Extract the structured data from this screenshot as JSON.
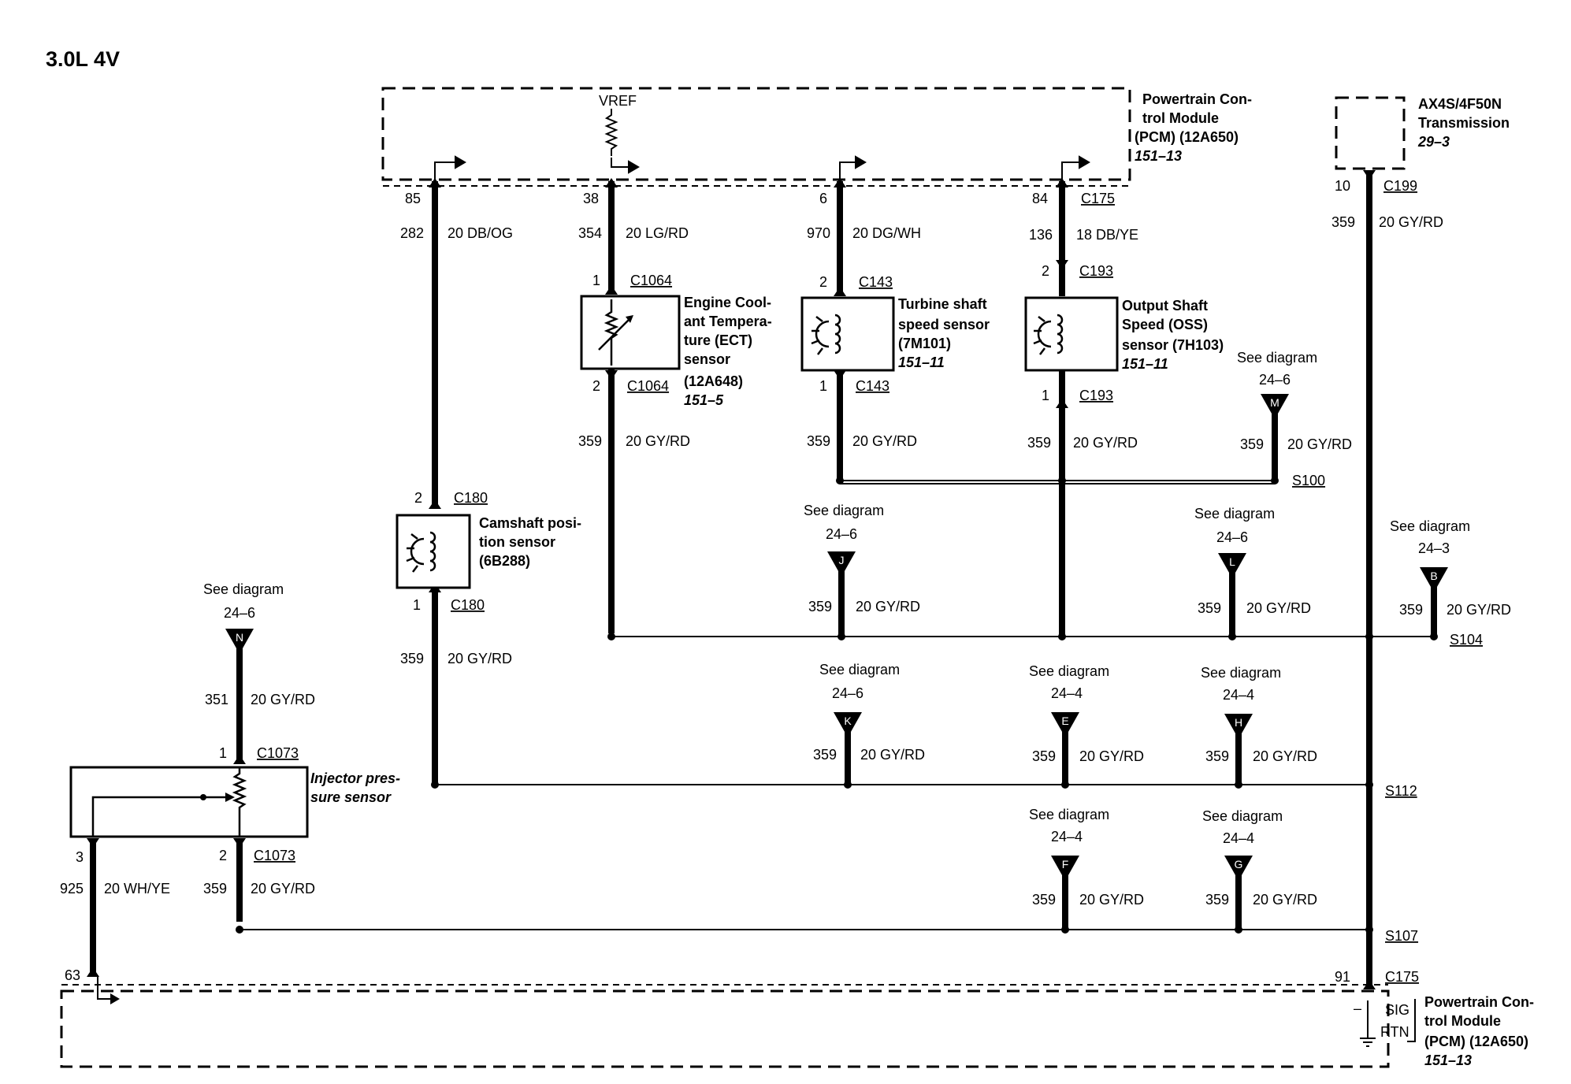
{
  "title": "3.0L 4V",
  "see_diagram": "See diagram",
  "pcm_top": {
    "line1": "Powertrain Con-",
    "line2": "trol Module",
    "line3": "(PCM) (12A650)",
    "ref": "151–13",
    "vref": "VREF"
  },
  "pcm_bottom": {
    "line1": "Powertrain Con-",
    "line2": "trol Module",
    "line3": "(PCM) (12A650)",
    "ref": "151–13",
    "sig": "SIG",
    "rtn": "RTN",
    "pin": "91",
    "conn": "C175",
    "minus": "–"
  },
  "trans": {
    "line1": "AX4S/4F50N",
    "line2": "Transmission",
    "ref": "29–3",
    "pin": "10",
    "conn": "C199",
    "circuit": "359",
    "wire": "20 GY/RD"
  },
  "cmp": {
    "pin85": "85",
    "circ282": "282",
    "wire282": "20 DB/OG",
    "pin2": "2",
    "conn_top": "C180",
    "pin1": "1",
    "conn_bot": "C180",
    "circ359": "359",
    "wire359": "20 GY/RD",
    "line1": "Camshaft posi-",
    "line2": "tion sensor",
    "line3": "(6B288)"
  },
  "ect": {
    "pin38": "38",
    "circ354": "354",
    "wire354": "20 LG/RD",
    "pin1": "1",
    "conn1": "C1064",
    "pin2": "2",
    "conn2": "C1064",
    "circ359": "359",
    "wire359": "20 GY/RD",
    "line1": "Engine Cool-",
    "line2": "ant Tempera-",
    "line3": "ture (ECT)",
    "line4": "sensor",
    "line5": "(12A648)",
    "ref": "151–5"
  },
  "tss": {
    "pin6": "6",
    "circ970": "970",
    "wire970": "20 DG/WH",
    "pin2": "2",
    "conn2": "C143",
    "pin1": "1",
    "conn1": "C143",
    "circ359": "359",
    "wire359": "20 GY/RD",
    "line1": "Turbine shaft",
    "line2": "speed sensor",
    "line3": "(7M101)",
    "ref": "151–11"
  },
  "oss": {
    "pin84": "84",
    "conn_pcm": "C175",
    "circ136": "136",
    "wire136": "18 DB/YE",
    "pin2": "2",
    "conn2": "C193",
    "pin1": "1",
    "conn1": "C193",
    "circ359": "359",
    "wire359": "20 GY/RD",
    "line1": "Output Shaft",
    "line2": "Speed (OSS)",
    "line3": "sensor (7H103)",
    "ref": "151–11"
  },
  "inj": {
    "ref_num": "24–6",
    "ref_letter": "N",
    "circ351": "351",
    "wire351": "20 GY/RD",
    "pin1": "1",
    "conn1": "C1073",
    "pin3": "3",
    "pin2": "2",
    "conn2": "C1073",
    "circ925": "925",
    "wire925": "20 WH/YE",
    "circ359": "359",
    "wire359": "20 GY/RD",
    "pin63": "63",
    "line1": "Injector pres-",
    "line2": "sure sensor"
  },
  "refs": {
    "M": {
      "num": "24–6",
      "circ": "359",
      "wire": "20 GY/RD"
    },
    "J": {
      "num": "24–6",
      "circ": "359",
      "wire": "20 GY/RD"
    },
    "L": {
      "num": "24–6",
      "circ": "359",
      "wire": "20 GY/RD"
    },
    "B": {
      "num": "24–3",
      "circ": "359",
      "wire": "20 GY/RD"
    },
    "K": {
      "num": "24–6",
      "circ": "359",
      "wire": "20 GY/RD"
    },
    "E": {
      "num": "24–4",
      "circ": "359",
      "wire": "20 GY/RD"
    },
    "H": {
      "num": "24–4",
      "circ": "359",
      "wire": "20 GY/RD"
    },
    "F": {
      "num": "24–4",
      "circ": "359",
      "wire": "20 GY/RD"
    },
    "G": {
      "num": "24–4",
      "circ": "359",
      "wire": "20 GY/RD"
    }
  },
  "splices": {
    "s100": "S100",
    "s104": "S104",
    "s112": "S112",
    "s107": "S107"
  }
}
